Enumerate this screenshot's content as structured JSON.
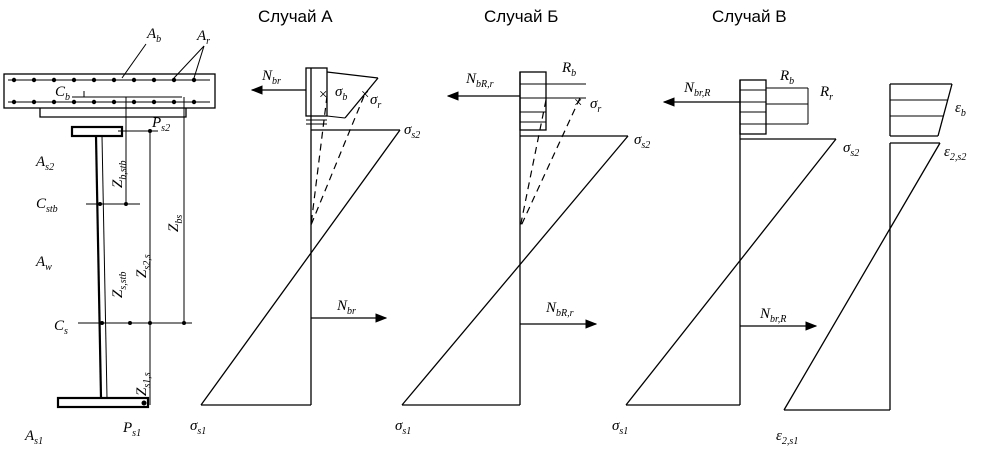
{
  "headings": {
    "case_a": "Случай А",
    "case_b": "Случай Б",
    "case_v": "Случай В"
  },
  "section": {
    "A_b": "A",
    "A_b_sub": "b",
    "A_r": "A",
    "A_r_sub": "r",
    "C_b": "C",
    "C_b_sub": "b",
    "P_s2": "P",
    "P_s2_sub": "s2",
    "A_s2": "A",
    "A_s2_sub": "s2",
    "Z_b_stb": "Z",
    "Z_b_stb_sub": "b,stb",
    "C_stb": "C",
    "C_stb_sub": "stb",
    "Z_s_stb": "Z",
    "Z_s_stb_sub": "s,stb",
    "Z_s2_s": "Z",
    "Z_s2_s_sub": "s2,s",
    "Z_bs": "Z",
    "Z_bs_sub": "bs",
    "A_w": "A",
    "A_w_sub": "w",
    "C_s": "C",
    "C_s_sub": "s",
    "Z_s1_s": "Z",
    "Z_s1_s_sub": "s1,s",
    "A_s1": "A",
    "A_s1_sub": "s1",
    "P_s1": "P",
    "P_s1_sub": "s1"
  },
  "case_a": {
    "N_br_top": "N",
    "N_br_top_sub": "br",
    "sigma_b": "σ",
    "sigma_b_sub": "b",
    "sigma_r": "σ",
    "sigma_r_sub": "r",
    "sigma_s2": "σ",
    "sigma_s2_sub": "s2",
    "N_br_mid": "N",
    "N_br_mid_sub": "br",
    "sigma_s1": "σ",
    "sigma_s1_sub": "s1"
  },
  "case_b": {
    "N_bRr_top": "N",
    "N_bRr_top_sub": "bR,r",
    "R_b": "R",
    "R_b_sub": "b",
    "sigma_r": "σ",
    "sigma_r_sub": "r",
    "sigma_s2": "σ",
    "sigma_s2_sub": "s2",
    "N_bRr_mid": "N",
    "N_bRr_mid_sub": "bR,r",
    "sigma_s1": "σ",
    "sigma_s1_sub": "s1"
  },
  "case_v": {
    "N_brR_top": "N",
    "N_brR_top_sub": "br,R",
    "R_b": "R",
    "R_b_sub": "b",
    "R_r": "R",
    "R_r_sub": "r",
    "sigma_s2": "σ",
    "sigma_s2_sub": "s2",
    "N_brR_mid": "N",
    "N_brR_mid_sub": "br,R",
    "sigma_s1": "σ",
    "sigma_s1_sub": "s1",
    "eps_b": "ε",
    "eps_b_sub": "b",
    "eps_2s2": "ε",
    "eps_2s2_sub": "2,s2",
    "eps_2s1": "ε",
    "eps_2s1_sub": "2,s1"
  }
}
